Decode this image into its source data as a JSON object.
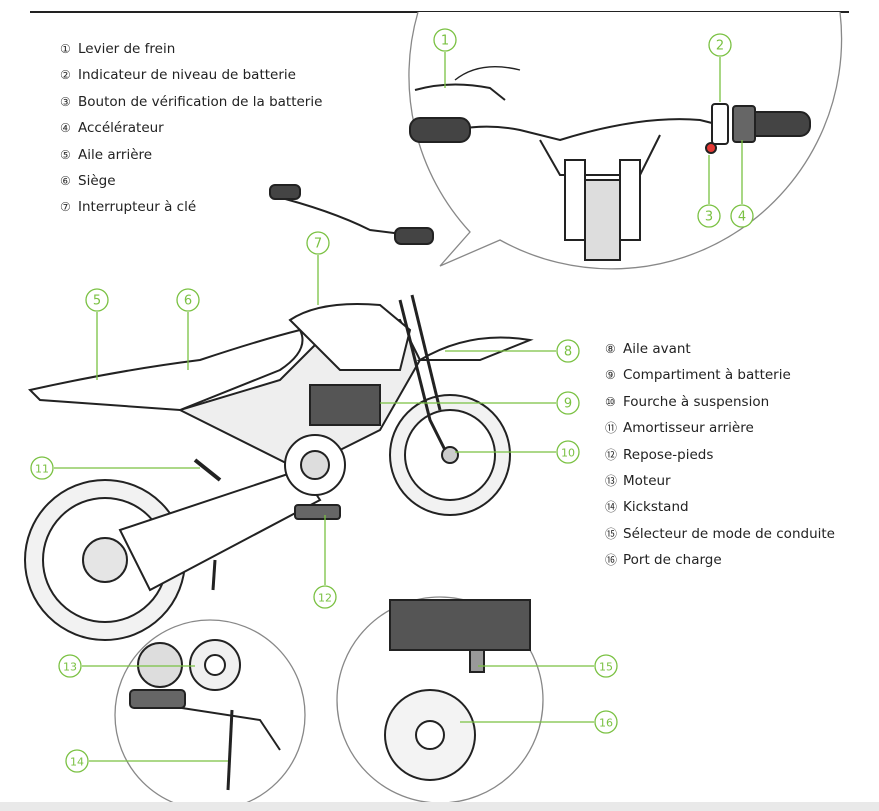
{
  "legend_left": [
    {
      "num": "①",
      "label": "Levier de frein"
    },
    {
      "num": "②",
      "label": "Indicateur de niveau de batterie"
    },
    {
      "num": "③",
      "label": "Bouton de vérification de la batterie"
    },
    {
      "num": "④",
      "label": "Accélérateur"
    },
    {
      "num": "⑤",
      "label": "Aile arrière"
    },
    {
      "num": "⑥",
      "label": "Siège"
    },
    {
      "num": "⑦",
      "label": "Interrupteur à clé"
    }
  ],
  "legend_right": [
    {
      "num": "⑧",
      "label": "Aile avant"
    },
    {
      "num": "⑨",
      "label": "Compartiment à batterie"
    },
    {
      "num": "⑩",
      "label": "Fourche à suspension"
    },
    {
      "num": "⑪",
      "label": "Amortisseur arrière"
    },
    {
      "num": "⑫",
      "label": "Repose-pieds"
    },
    {
      "num": "⑬",
      "label": "Moteur"
    },
    {
      "num": "⑭",
      "label": "Kickstand"
    },
    {
      "num": "⑮",
      "label": "Sélecteur de mode de conduite"
    },
    {
      "num": "⑯",
      "label": "Port de charge"
    }
  ],
  "callouts": [
    "1",
    "2",
    "3",
    "4",
    "5",
    "6",
    "7",
    "8",
    "9",
    "10",
    "11",
    "12",
    "13",
    "14",
    "15",
    "16"
  ],
  "colors": {
    "callout": "#7ac142",
    "line_art": "#222222",
    "indicator_red": "#e53935"
  }
}
